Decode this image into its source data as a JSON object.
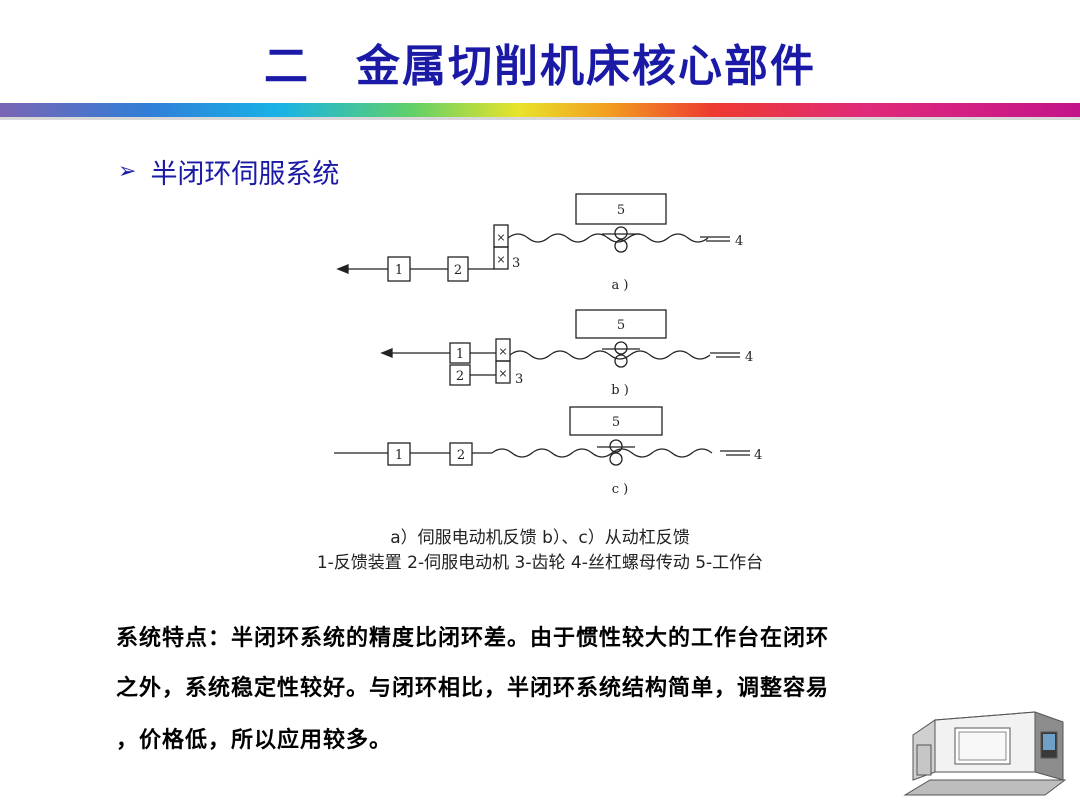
{
  "title": {
    "number": "二",
    "text": "金属切削机床核心部件"
  },
  "bullet": {
    "text": "半闭环伺服系统"
  },
  "diagram": {
    "label_1": "1",
    "label_2": "2",
    "label_3": "3",
    "label_4": "4",
    "label_5": "5",
    "label_a": "a )",
    "label_b": "b )",
    "label_c": "c )"
  },
  "caption": {
    "line1": "a）伺服电动机反馈   b）、c）从动杠反馈",
    "line2": "1-反馈装置 2-伺服电动机 3-齿轮 4-丝杠螺母传动 5-工作台"
  },
  "body": {
    "line1": "系统特点：半闭环系统的精度比闭环差。由于惯性较大的工作台在闭环",
    "line2": "之外，系统稳定性较好。与闭环相比，半闭环系统结构简单，调整容易",
    "line3": "，价格低，所以应用较多。"
  }
}
